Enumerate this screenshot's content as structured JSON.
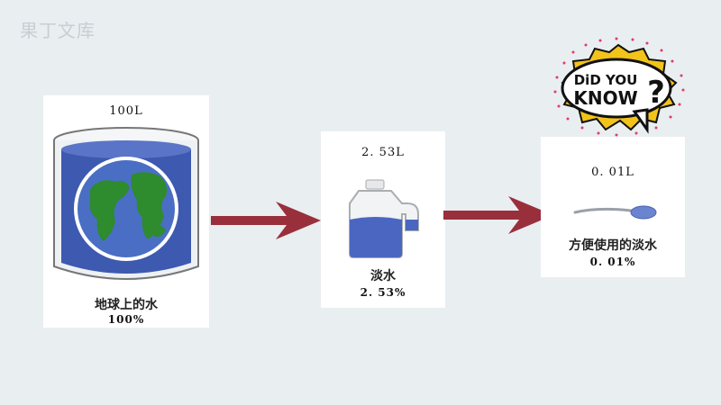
{
  "watermark": "果丁文库",
  "cards": {
    "earth": {
      "volume": "100L",
      "caption": "地球上的水",
      "percent": "100%"
    },
    "fresh": {
      "volume": "2. 53L",
      "caption": "淡水",
      "percent": "2. 53%"
    },
    "usable": {
      "volume": "0. 01L",
      "caption": "方便使用的淡水",
      "percent": "0. 01%"
    }
  },
  "badge": {
    "text_line1": "DiD YOU",
    "text_line2": "KNOW",
    "mark": "?"
  },
  "colors": {
    "arrow": "#9a2f3c",
    "water": "#3d59b0",
    "land": "#2e8b2e",
    "accent_yellow": "#f2c31a"
  }
}
